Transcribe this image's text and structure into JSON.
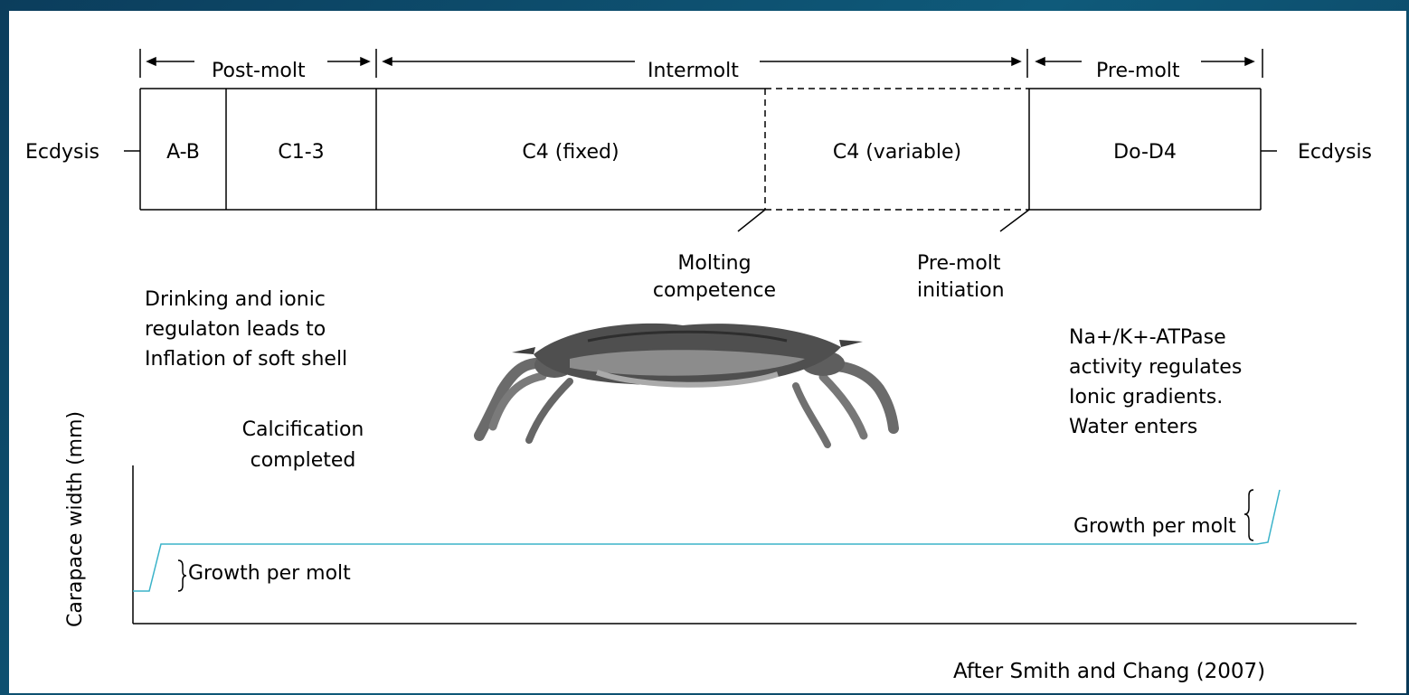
{
  "phases": {
    "post_molt": "Post-molt",
    "intermolt": "Intermolt",
    "pre_molt": "Pre-molt"
  },
  "ecdysis_left": "Ecdysis",
  "ecdysis_right": "Ecdysis",
  "stages": {
    "ab": "A-B",
    "c13": "C1-3",
    "c4_fixed": "C4 (fixed)",
    "c4_variable": "C4 (variable)",
    "d0d4": "Do-D4"
  },
  "events": {
    "molting_competence": [
      "Molting",
      "competence"
    ],
    "premolt_initiation": [
      "Pre-molt",
      "initiation"
    ]
  },
  "notes": {
    "drinking": [
      "Drinking and ionic",
      "regulaton leads to",
      "Inflation of soft shell"
    ],
    "calcification": [
      "Calcification",
      "completed"
    ],
    "atpase": [
      "Na+/K+-ATPase",
      "activity regulates",
      "Ionic gradients.",
      "Water enters"
    ]
  },
  "graph": {
    "ylabel": "Carapace width (mm)",
    "growth_left": "Growth per molt",
    "growth_right": "Growth per molt",
    "line_color": "#3bb3c9"
  },
  "source": "After Smith and Chang (2007)"
}
